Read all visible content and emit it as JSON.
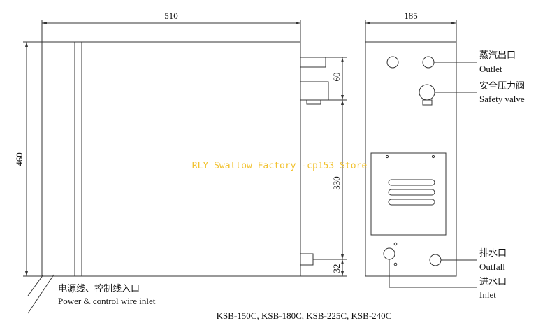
{
  "dimensions": {
    "width_front": "510",
    "width_side": "185",
    "height_total": "460",
    "outlet_spacing": "60",
    "port_spacing": "330",
    "inlet_offset": "32"
  },
  "labels": {
    "steam_outlet_cn": "蒸汽出口",
    "steam_outlet_en": "Outlet",
    "safety_valve_cn": "安全压力阀",
    "safety_valve_en": "Safety valve",
    "drain_cn": "排水口",
    "drain_en": "Outfall",
    "inlet_cn": "进水口",
    "inlet_en": "Inlet",
    "power_cn": "电源线、控制线入口",
    "power_en": "Power & control wire inlet"
  },
  "models": "KSB-150C, KSB-180C, KSB-225C, KSB-240C",
  "watermark": "RLY Swallow Factory -cp153 Store"
}
